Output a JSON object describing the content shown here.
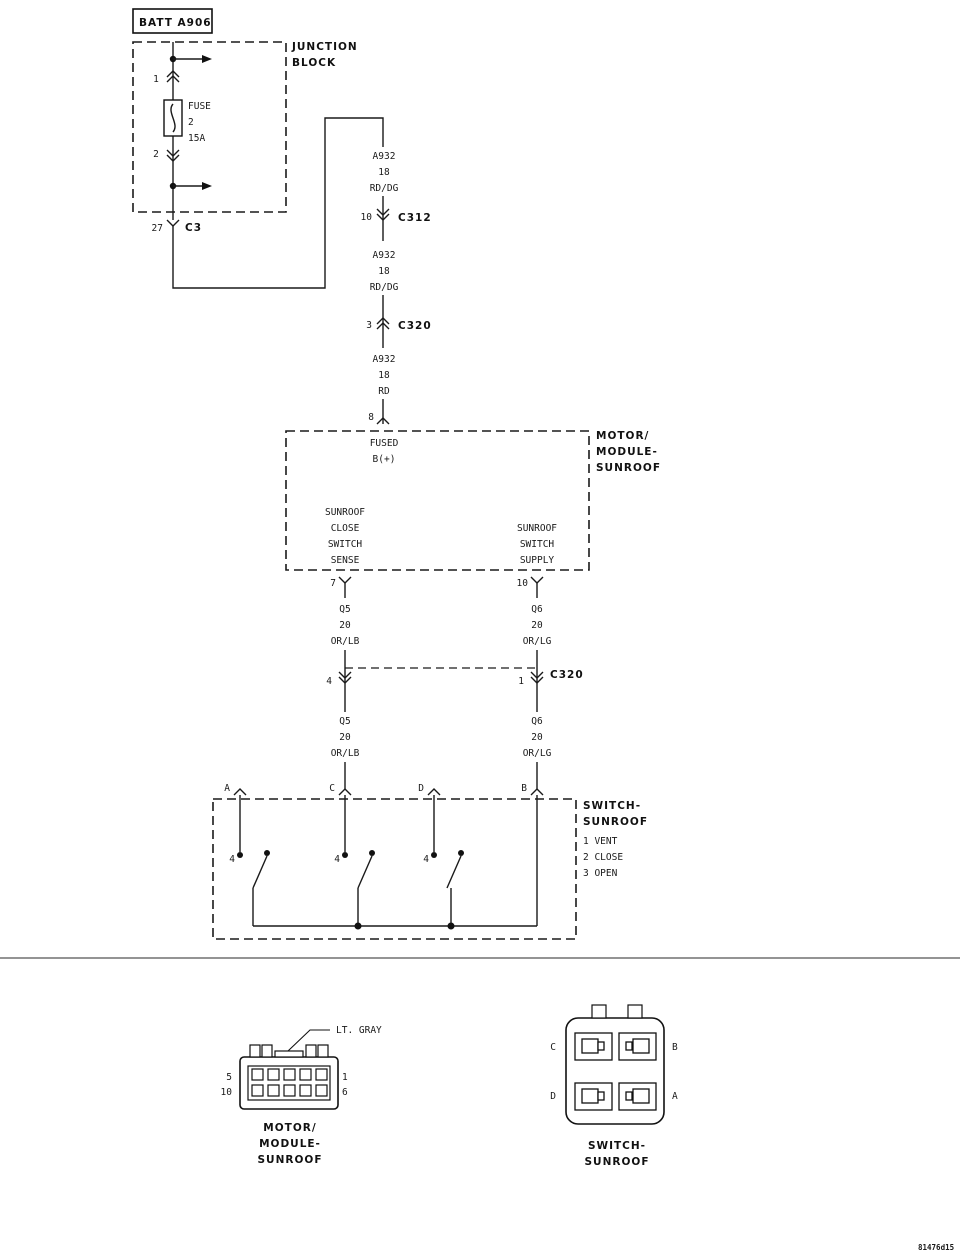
{
  "source": {
    "label": "BATT A906"
  },
  "junction_block": {
    "title_line1": "JUNCTION",
    "title_line2": "BLOCK",
    "pin_top": "1",
    "pin_bottom": "2",
    "fuse_label": "FUSE",
    "fuse_number": "2",
    "fuse_rating": "15A"
  },
  "connector_c3": {
    "pin": "27",
    "name": "C3"
  },
  "connector_c312": {
    "pin": "10",
    "name": "C312"
  },
  "connector_c320_top": {
    "pin": "3",
    "name": "C320"
  },
  "connector_c320_mid": {
    "pin_left": "4",
    "pin_right": "1",
    "name": "C320"
  },
  "wire_a932_1": {
    "circuit": "A932",
    "gauge": "18",
    "color": "RD/DG"
  },
  "wire_a932_2": {
    "circuit": "A932",
    "gauge": "18",
    "color": "RD/DG"
  },
  "wire_a932_3": {
    "circuit": "A932",
    "gauge": "18",
    "color": "RD"
  },
  "motor_module": {
    "title_line1": "MOTOR/",
    "title_line2": "MODULE-",
    "title_line3": "SUNROOF",
    "pin_fused": "8",
    "fused_line1": "FUSED",
    "fused_line2": "B(+)",
    "left_line1": "SUNROOF",
    "left_line2": "CLOSE",
    "left_line3": "SWITCH",
    "left_line4": "SENSE",
    "right_line1": "SUNROOF",
    "right_line2": "SWITCH",
    "right_line3": "SUPPLY",
    "pin_left": "7",
    "pin_right": "10"
  },
  "wire_q5_upper": {
    "circuit": "Q5",
    "gauge": "20",
    "color": "OR/LB"
  },
  "wire_q6_upper": {
    "circuit": "Q6",
    "gauge": "20",
    "color": "OR/LG"
  },
  "wire_q5_lower": {
    "circuit": "Q5",
    "gauge": "20",
    "color": "OR/LB"
  },
  "wire_q6_lower": {
    "circuit": "Q6",
    "gauge": "20",
    "color": "OR/LG"
  },
  "switch_sunroof": {
    "title_line1": "SWITCH-",
    "title_line2": "SUNROOF",
    "legend1": "1 VENT",
    "legend2": "2 CLOSE",
    "legend3": "3 OPEN",
    "pin_a": "A",
    "pin_c": "C",
    "pin_d": "D",
    "pin_b": "B",
    "switch1_pos": "4",
    "switch2_pos": "4",
    "switch3_pos": "4"
  },
  "connector_views": {
    "motor": {
      "callout": "LT. GRAY",
      "pin_tl": "5",
      "pin_bl": "10",
      "pin_tr": "1",
      "pin_br": "6",
      "label_line1": "MOTOR/",
      "label_line2": "MODULE-",
      "label_line3": "SUNROOF"
    },
    "switch": {
      "pin_c": "C",
      "pin_b": "B",
      "pin_d": "D",
      "pin_a": "A",
      "label_line1": "SWITCH-",
      "label_line2": "SUNROOF"
    }
  },
  "figure_id": "81476d15"
}
